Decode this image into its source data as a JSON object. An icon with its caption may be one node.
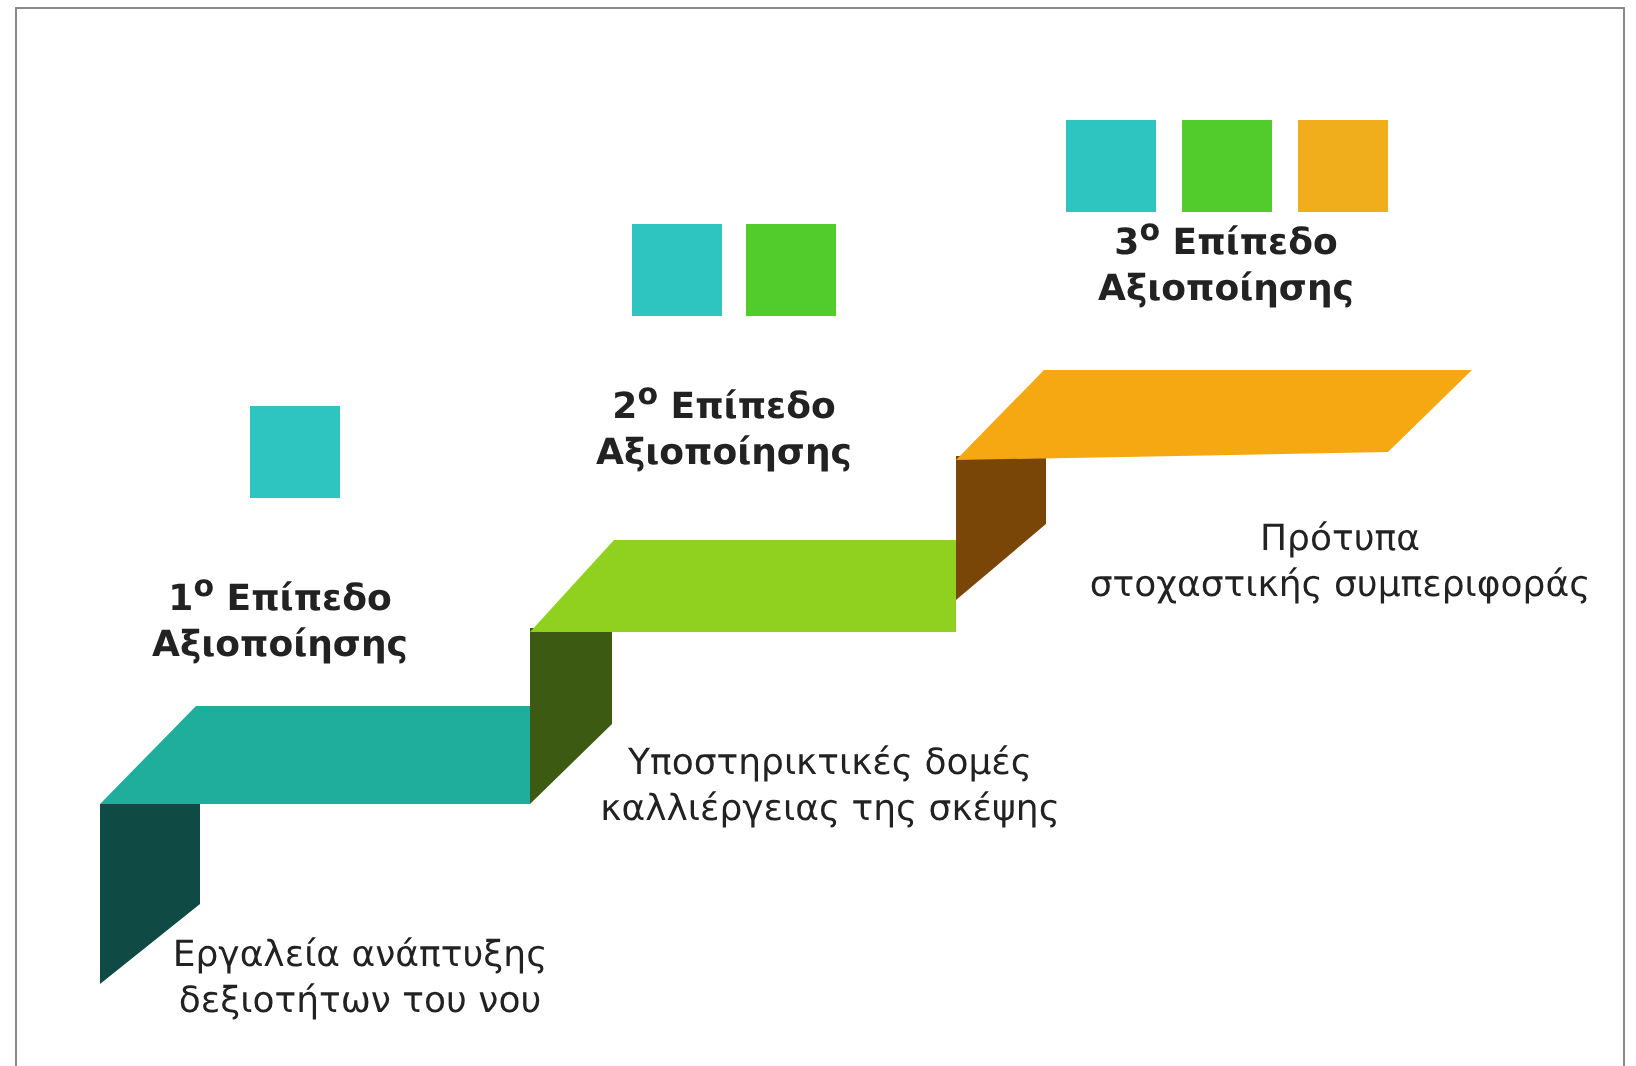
{
  "diagram": {
    "labels": [
      "3$^{ο}$ Επίπεδο Αξιοποίησης",
      "2$^{ο}$ Επίπεδο Αξιοποίησης",
      "Πρότυπα στοχαστικής συμπεριφοράς",
      "1$^{ο}$ Επίπεδο Αξιοποίησης",
      "Υποστηρικτικές δομές καλλιέργειας της σκέψης",
      "Εργαλεία ανάπτυξης δεξιοτήτων του νου"
    ]
  }
}
